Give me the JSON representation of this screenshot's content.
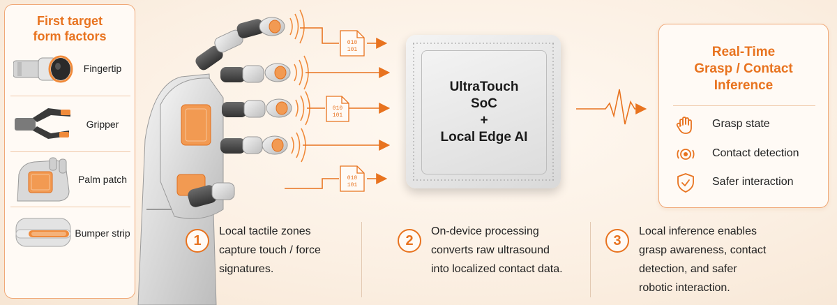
{
  "left_panel": {
    "title_line1": "First target",
    "title_line2": "form factors",
    "items": [
      {
        "label": "Fingertip"
      },
      {
        "label": "Gripper"
      },
      {
        "label": "Palm patch"
      },
      {
        "label": "Bumper strip"
      }
    ]
  },
  "data_packet": {
    "line1": "010",
    "line2": "101"
  },
  "chip": {
    "line1": "UltraTouch",
    "line2": "SoC",
    "line3": "+",
    "line4": "Local Edge AI"
  },
  "right_panel": {
    "title_line1": "Real-Time",
    "title_line2": "Grasp / Contact",
    "title_line3": "Inference",
    "outputs": [
      {
        "label": "Grasp state",
        "icon": "hand-icon"
      },
      {
        "label": "Contact detection",
        "icon": "target-icon"
      },
      {
        "label": "Safer interaction",
        "icon": "shield-check-icon"
      }
    ]
  },
  "steps": [
    {
      "number": "1",
      "text": "Local tactile zones\ncapture touch / force\nsignatures."
    },
    {
      "number": "2",
      "text": "On-device processing\nconverts raw ultrasound\ninto localized contact data."
    },
    {
      "number": "3",
      "text": "Local inference enables\ngrasp awareness, contact\ndetection, and safer\nrobotic interaction."
    }
  ],
  "colors": {
    "accent": "#e8731f",
    "border": "#f0a877",
    "background": "#fbefe2"
  }
}
